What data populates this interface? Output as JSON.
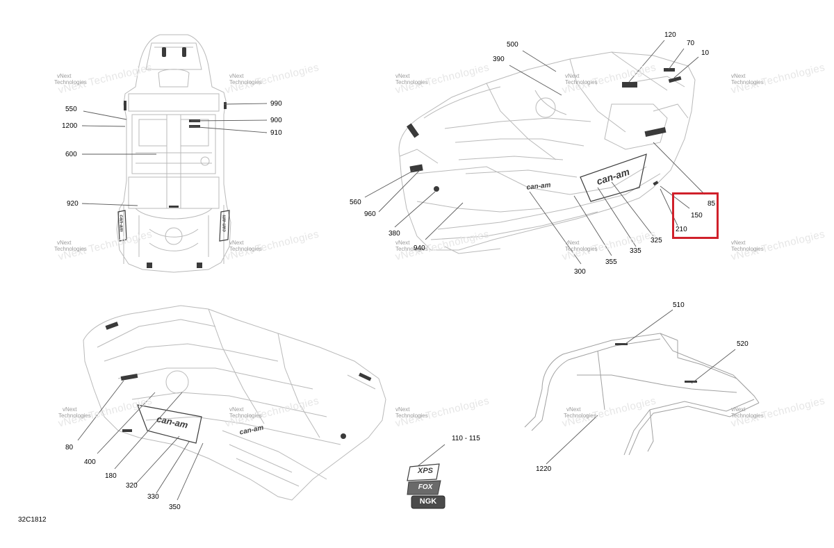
{
  "diagram_code": "32C1812",
  "watermark": {
    "line1": "vNext",
    "line2": "Technologies"
  },
  "callouts": {
    "c550": "550",
    "c1200": "1200",
    "c600": "600",
    "c920": "920",
    "c990": "990",
    "c900": "900",
    "c910": "910",
    "c500": "500",
    "c390": "390",
    "c120": "120",
    "c70": "70",
    "c10": "10",
    "c560": "560",
    "c960": "960",
    "c380": "380",
    "c940": "940",
    "c300": "300",
    "c355": "355",
    "c335": "335",
    "c325": "325",
    "c85": "85",
    "c150": "150",
    "c210": "210",
    "c80": "80",
    "c400": "400",
    "c180": "180",
    "c320": "320",
    "c330": "330",
    "c350": "350",
    "c110_115": "110 - 115",
    "c510": "510",
    "c520": "520",
    "c1220": "1220"
  },
  "decal_text": {
    "brand": "can-am",
    "badge1": "XPS",
    "badge2": "FOX",
    "badge3": "NGK"
  },
  "colors": {
    "line": "#6f6f6f",
    "sketch": "#b9b9b9",
    "highlight": "#d0202a",
    "decal_dark": "#3a3a3a"
  }
}
